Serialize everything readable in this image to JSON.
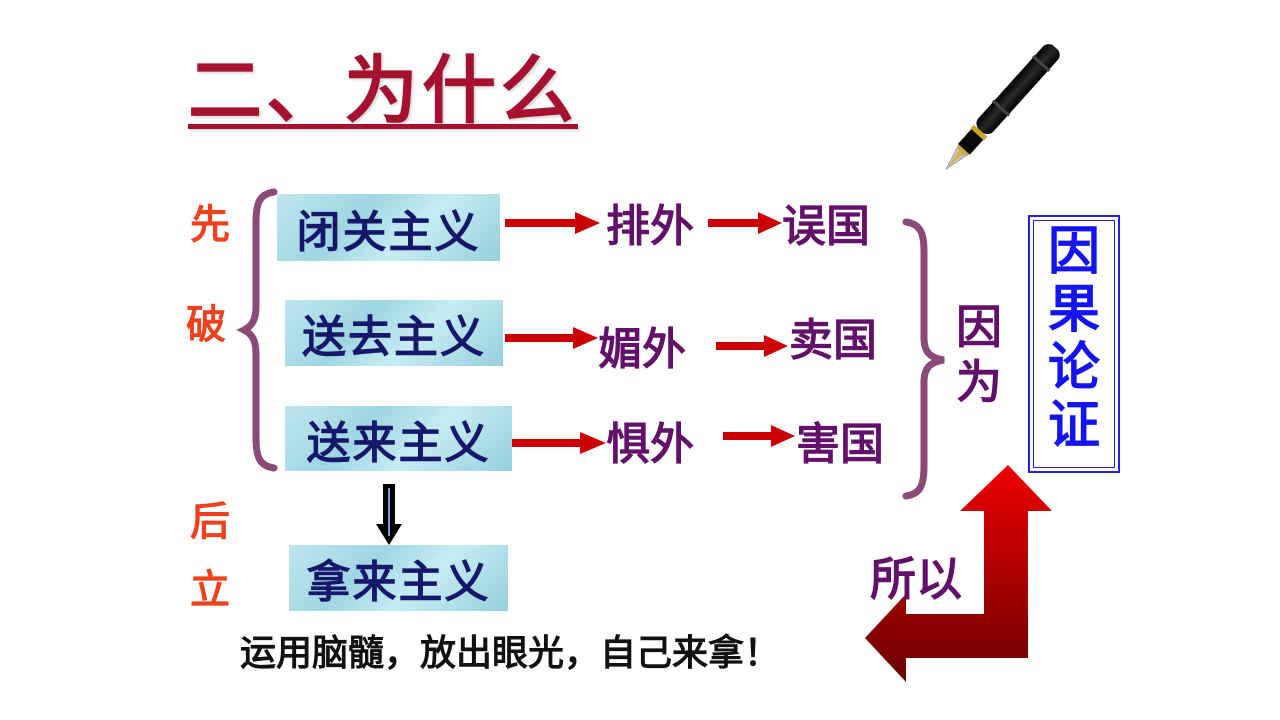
{
  "title": "二、为什么",
  "left_labels": {
    "first_break": [
      "先",
      "破"
    ],
    "then_establish": [
      "后",
      "立"
    ]
  },
  "isms": [
    {
      "label": "闭关主义",
      "reaction": "排外",
      "result": "误国"
    },
    {
      "label": "送去主义",
      "reaction": "媚外",
      "result": "卖国"
    },
    {
      "label": "送来主义",
      "reaction": "惧外",
      "result": "害国"
    }
  ],
  "conclusion_ism": "拿来主义",
  "because_label": [
    "因",
    "为"
  ],
  "therefore_label": "所以",
  "argument_type": [
    "因",
    "果",
    "论",
    "证"
  ],
  "bottom_slogan": "运用脑髓，放出眼光，自己来拿！",
  "colors": {
    "title": "#a5112f",
    "side_labels": "#f0401e",
    "ism_text": "#16166a",
    "purple_text": "#63106a",
    "arrow_red": "#cc0000",
    "brace": "#8b4a78",
    "argument_blue": "#1414f0"
  },
  "icons": {
    "pen": "fountain-pen-icon"
  }
}
